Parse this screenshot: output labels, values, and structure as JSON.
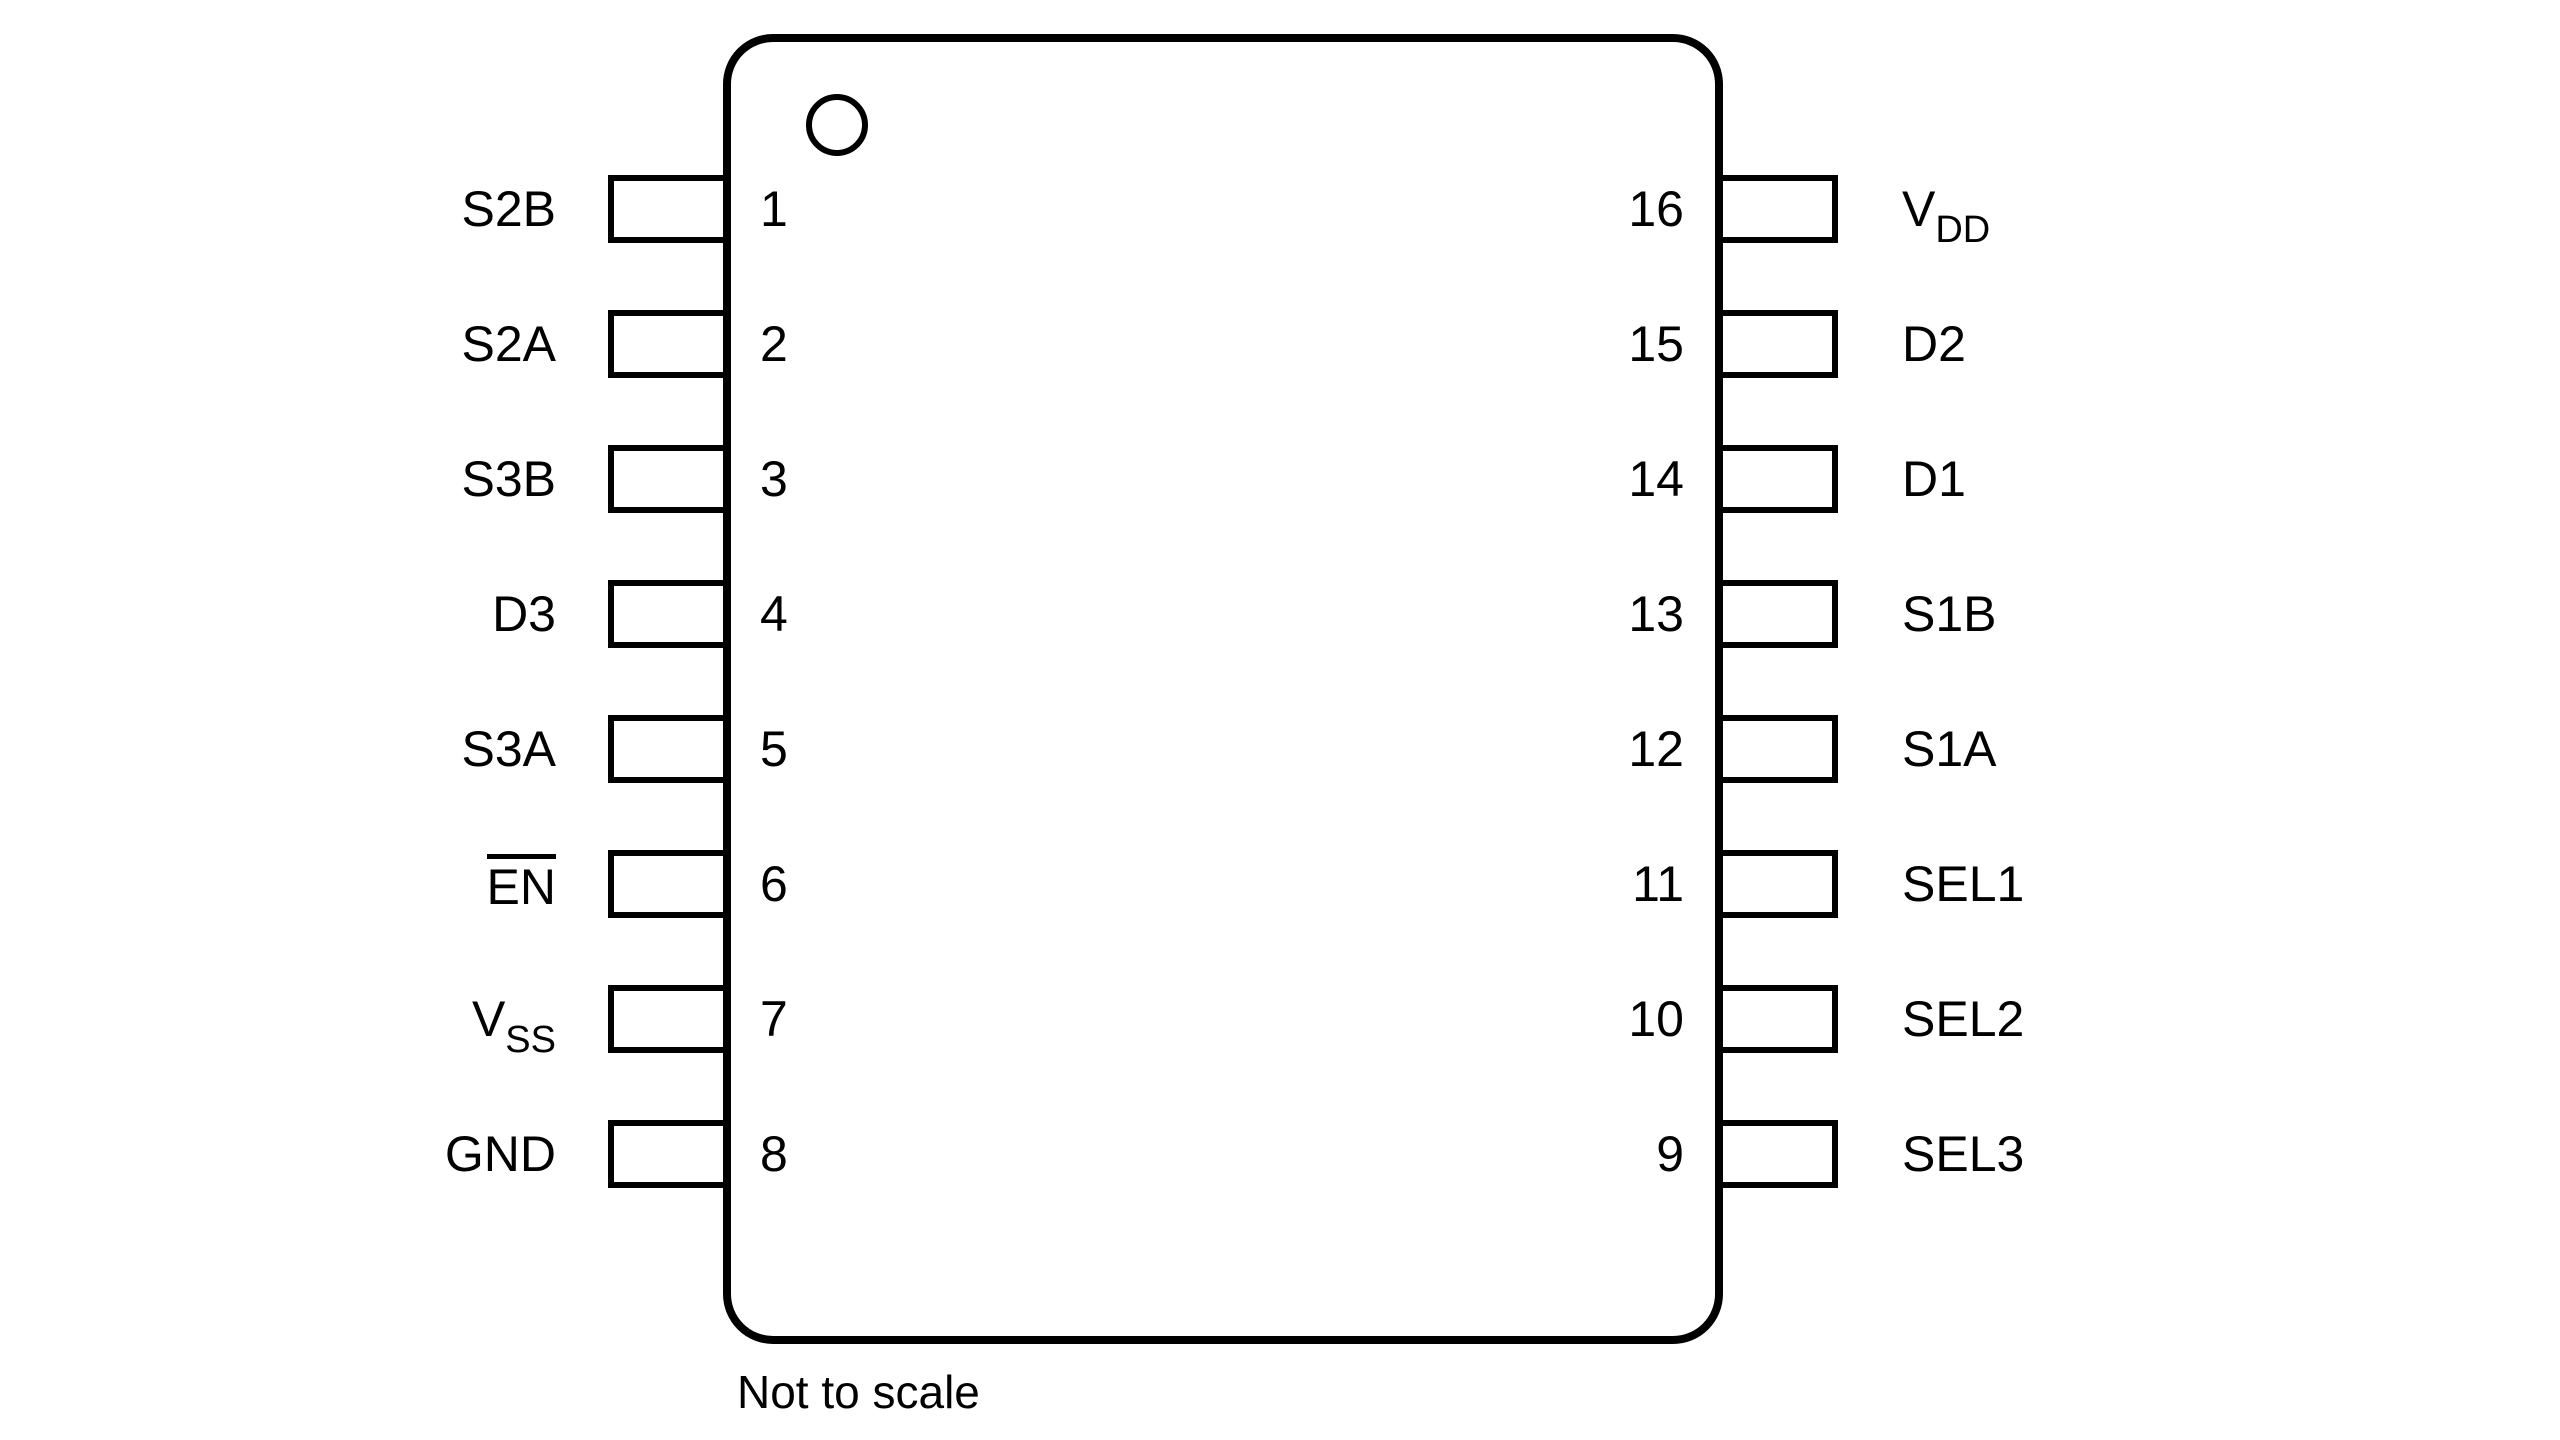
{
  "figure": {
    "package_note": "Not to scale",
    "pin1_indicator": "pin1-indicator-circle",
    "colors": {
      "line": "#000000",
      "background": "#ffffff",
      "text": "#000000"
    },
    "left_pins": [
      {
        "number": "1",
        "label": "S2B",
        "style": "plain"
      },
      {
        "number": "2",
        "label": "S2A",
        "style": "plain"
      },
      {
        "number": "3",
        "label": "S3B",
        "style": "plain"
      },
      {
        "number": "4",
        "label": "D3",
        "style": "plain"
      },
      {
        "number": "5",
        "label": "S3A",
        "style": "plain"
      },
      {
        "number": "6",
        "label": "EN",
        "style": "overline"
      },
      {
        "number": "7",
        "label": "V",
        "sub": "SS",
        "style": "subscript"
      },
      {
        "number": "8",
        "label": "GND",
        "style": "plain"
      }
    ],
    "right_pins": [
      {
        "number": "16",
        "label": "V",
        "sub": "DD",
        "style": "subscript"
      },
      {
        "number": "15",
        "label": "D2",
        "style": "plain"
      },
      {
        "number": "14",
        "label": "D1",
        "style": "plain"
      },
      {
        "number": "13",
        "label": "S1B",
        "style": "plain"
      },
      {
        "number": "12",
        "label": "S1A",
        "style": "plain"
      },
      {
        "number": "11",
        "label": "SEL1",
        "style": "plain"
      },
      {
        "number": "10",
        "label": "SEL2",
        "style": "plain"
      },
      {
        "number": "9",
        "label": "SEL3",
        "style": "plain"
      }
    ]
  }
}
